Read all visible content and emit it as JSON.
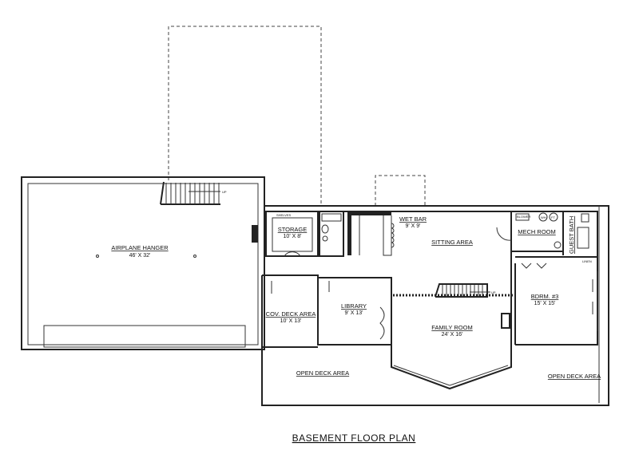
{
  "plan": {
    "title": "BASEMENT FLOOR PLAN",
    "rooms": {
      "hangar": {
        "name": "AIRPLANE HANGER",
        "size": "46' X 32'"
      },
      "storage": {
        "name": "STORAGE",
        "size": "10' X 8'"
      },
      "wet_bar": {
        "name": "WET BAR",
        "size": "9' X 9'"
      },
      "sitting": {
        "name": "SITTING AREA"
      },
      "mech": {
        "name": "MECH ROOM"
      },
      "guest_bath": {
        "name": "GUEST BATH"
      },
      "bedroom": {
        "name": "BDRM. #3",
        "size": "15' X 15'"
      },
      "library": {
        "name": "LIBRARY",
        "size": "9' X 13'"
      },
      "cov_deck": {
        "name": "COV. DECK AREA",
        "size": "10' X 13'"
      },
      "family": {
        "name": "FAMILY ROOM",
        "size": "24' X 16'"
      },
      "open_deck_left": {
        "name": "OPEN DECK AREA"
      },
      "open_deck_right": {
        "name": "OPEN DECK AREA"
      }
    },
    "small_labels": {
      "shelves": "SHELVES",
      "linen": "LINEN",
      "blower": "BLOWER",
      "wh": "WH",
      "ft": "FT"
    },
    "stairs": [
      {
        "label": "UP"
      },
      {
        "label": "UP"
      }
    ]
  }
}
